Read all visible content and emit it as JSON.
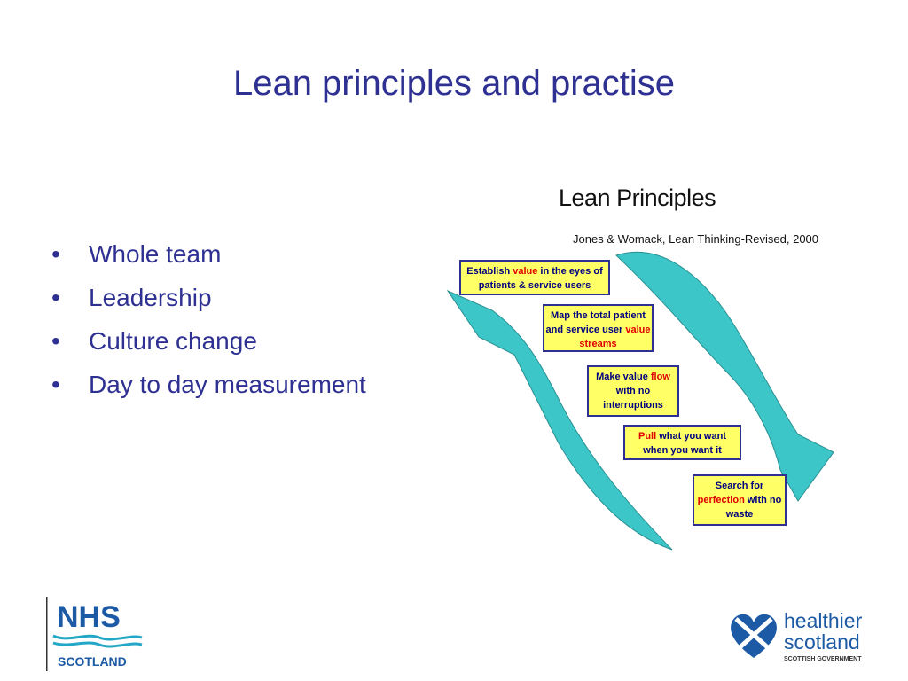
{
  "slide": {
    "title": "Lean principles and practise",
    "bullets": [
      "Whole team",
      "Leadership",
      "Culture change",
      "Day to day measurement"
    ]
  },
  "diagram": {
    "title": "Lean Principles",
    "subtitle": "Jones & Womack, Lean Thinking-Revised, 2000",
    "steps": [
      {
        "pre": "Establish ",
        "hl": "value",
        "post": " in the eyes of patients & service users"
      },
      {
        "pre": "Map the total patient and service user ",
        "hl": "value streams",
        "post": ""
      },
      {
        "pre": "Make value ",
        "hl": "flow",
        "post": " with no interruptions"
      },
      {
        "pre": "",
        "hl": "Pull",
        "post": " what you want when you want it"
      },
      {
        "pre": "Search for ",
        "hl": "perfection",
        "post": " with no waste"
      }
    ],
    "colors": {
      "box_fill": "#ffff66",
      "box_border": "#2e3192",
      "highlight": "#e00000",
      "arrow": "#3cc6c8"
    }
  },
  "logos": {
    "nhs": {
      "mark": "NHS",
      "sub": "SCOTLAND"
    },
    "healthier_scotland": {
      "line1": "healthier",
      "line2": "scotland",
      "line3": "SCOTTISH GOVERNMENT",
      "icon": "heart-saltire-icon"
    }
  }
}
